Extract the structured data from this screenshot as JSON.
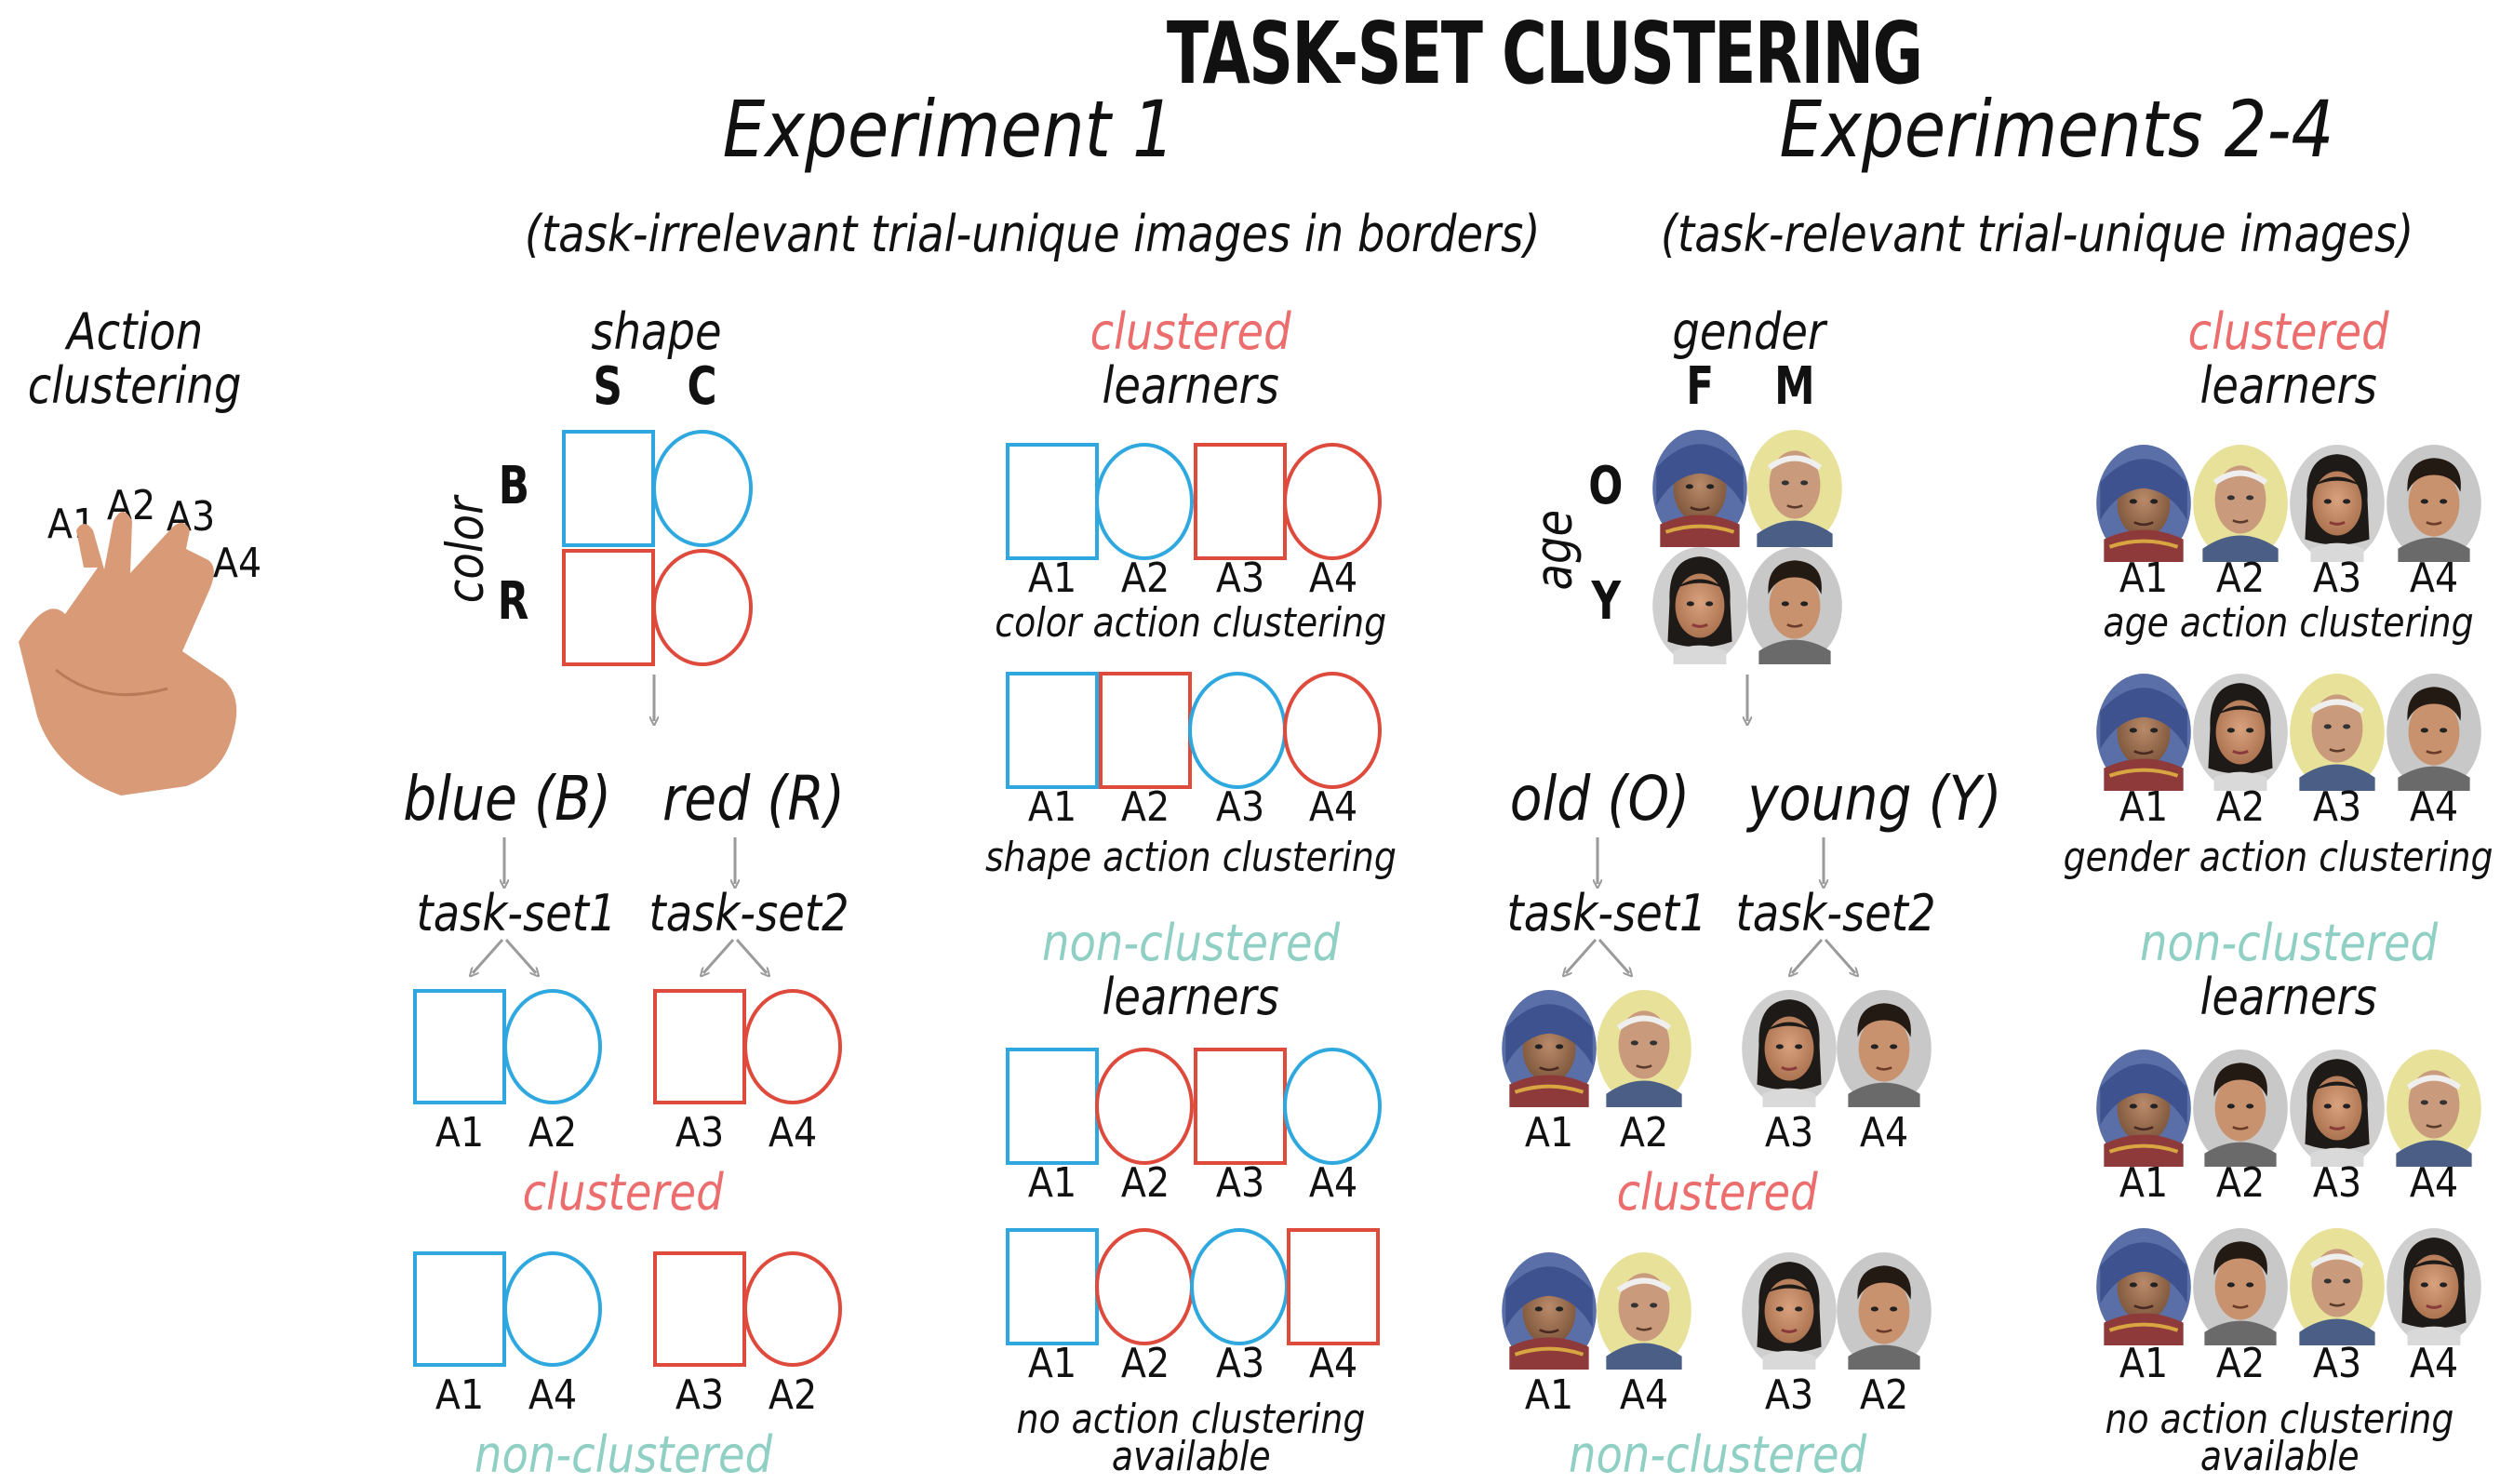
{
  "title": "TASK-SET CLUSTERING",
  "left_panel": {
    "heading_line1": "Action",
    "heading_line2": "clustering",
    "fingers": [
      "A1",
      "A2",
      "A3",
      "A4"
    ]
  },
  "experiment1": {
    "heading": "Experiment 1",
    "subheading": "(task-irrelevant trial-unique images in borders)",
    "dim_top": "shape",
    "dim_top_levels": [
      "S",
      "C"
    ],
    "dim_side": "color",
    "dim_side_levels": [
      "B",
      "R"
    ],
    "context_left": "blue (B)",
    "context_right": "red (R)",
    "taskset_left": "task-set1",
    "taskset_right": "task-set2",
    "clustered_actions": [
      "A1",
      "A2",
      "A3",
      "A4"
    ],
    "clustered_label": "clustered",
    "nonclustered_actions": [
      "A1",
      "A4",
      "A3",
      "A2"
    ],
    "nonclustered_label": "non-clustered",
    "right_column": {
      "clustered_word": "clustered",
      "learners_word": "learners",
      "color_row_actions": [
        "A1",
        "A2",
        "A3",
        "A4"
      ],
      "color_row_caption": "color action clustering",
      "shape_row_actions": [
        "A1",
        "A2",
        "A3",
        "A4"
      ],
      "shape_row_caption": "shape action clustering",
      "nonclustered_word": "non-clustered",
      "learners_word_2": "learners",
      "nc_row1_actions": [
        "A1",
        "A2",
        "A3",
        "A4"
      ],
      "nc_row2_actions": [
        "A1",
        "A2",
        "A3",
        "A4"
      ],
      "nc_caption_line1": "no action clustering",
      "nc_caption_line2": "available"
    }
  },
  "experiment2": {
    "heading": "Experiments 2-4",
    "subheading": "(task-relevant trial-unique images)",
    "dim_top": "gender",
    "dim_top_levels": [
      "F",
      "M"
    ],
    "dim_side": "age",
    "dim_side_levels": [
      "O",
      "Y"
    ],
    "context_left": "old (O)",
    "context_right": "young (Y)",
    "taskset_left": "task-set1",
    "taskset_right": "task-set2",
    "clustered_actions": [
      "A1",
      "A2",
      "A3",
      "A4"
    ],
    "clustered_label": "clustered",
    "nonclustered_actions": [
      "A1",
      "A4",
      "A3",
      "A2"
    ],
    "nonclustered_label": "non-clustered",
    "right_column": {
      "clustered_word": "clustered",
      "learners_word": "learners",
      "age_row_actions": [
        "A1",
        "A2",
        "A3",
        "A4"
      ],
      "age_row_caption": "age action clustering",
      "gender_row_actions": [
        "A1",
        "A2",
        "A3",
        "A4"
      ],
      "gender_row_caption": "gender action clustering",
      "nonclustered_word": "non-clustered",
      "learners_word_2": "learners",
      "nc_row1_actions": [
        "A1",
        "A2",
        "A3",
        "A4"
      ],
      "nc_row2_actions": [
        "A1",
        "A2",
        "A3",
        "A4"
      ],
      "nc_caption_line1": "no action clustering",
      "nc_caption_line2": "available"
    }
  },
  "colors": {
    "blue": "#2ea8df",
    "red": "#de4a3c",
    "pink": "#ec6d6d",
    "teal": "#8fcfc4",
    "arrow": "#9a9a9a"
  },
  "icons": {
    "hand": "hand-icon",
    "old-woman": "old-woman-face",
    "old-man": "old-man-face",
    "young-woman": "young-woman-face",
    "young-man": "young-man-face"
  }
}
